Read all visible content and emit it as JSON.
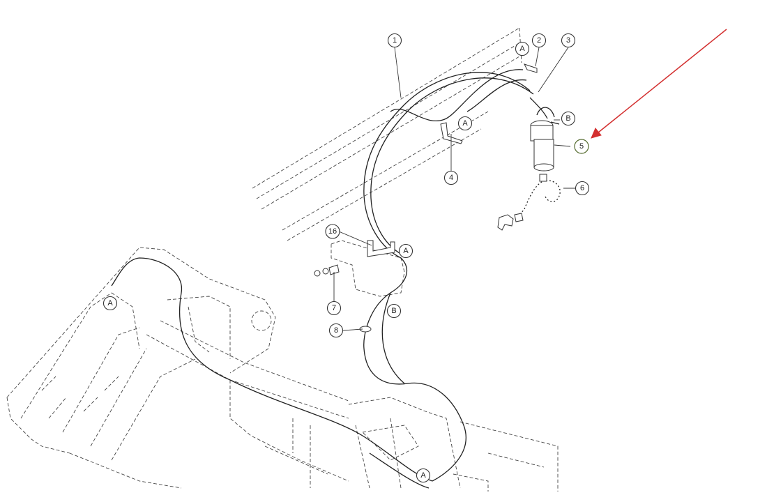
{
  "callouts": {
    "c1": "1",
    "c2": "2",
    "c3": "3",
    "c4": "4",
    "c5": "5",
    "c6": "6",
    "c7": "7",
    "c8": "8",
    "c16": "16"
  },
  "refs": {
    "a": "A",
    "b": "B"
  },
  "colors": {
    "highlight_fill": "#8db33c",
    "arrow": "#d32f2f"
  }
}
